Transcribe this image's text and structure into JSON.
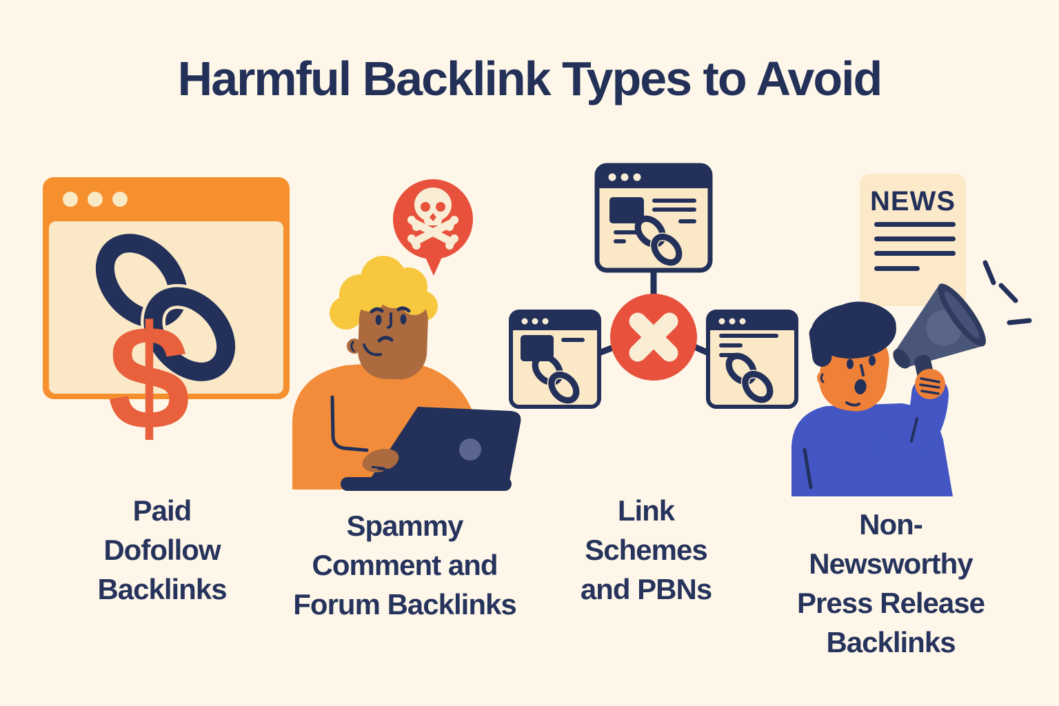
{
  "title": "Harmful Backlink Types to Avoid",
  "sections": [
    {
      "id": "paid-dofollow-backlinks",
      "label": "Paid\nDofollow\nBacklinks",
      "illustration": "orange-browser-window-with-chain-link-and-dollar-sign",
      "symbol": "$"
    },
    {
      "id": "spammy-comment-forum-backlinks",
      "label": "Spammy\nComment and\nForum Backlinks",
      "illustration": "worried-person-typing-on-laptop-with-skull-speech-bubble"
    },
    {
      "id": "link-schemes-pbns",
      "label": "Link\nSchemes\nand PBNs",
      "illustration": "three-browser-windows-linked-to-blocked-x-circle"
    },
    {
      "id": "non-newsworthy-press-release-backlinks",
      "label": "Non-\nNewsworthy\nPress Release\nBacklinks",
      "illustration": "person-shouting-in-megaphone-next-to-news-press-release"
    }
  ],
  "news_card_label": "NEWS",
  "colors": {
    "background": "#FEF7E9",
    "navy": "#22305A",
    "orange": "#F6902F",
    "red": "#E8513C",
    "cream": "#FAE8C6",
    "skull_cream": "#F9EDD6",
    "yellow_hair": "#F7C83E",
    "brown_skin": "#AC6B3F",
    "orange_skin": "#EF8038",
    "blue_sweater": "#4356C4",
    "slate_megaphone": "#4A5677",
    "dollar_red": "#E8603C"
  }
}
